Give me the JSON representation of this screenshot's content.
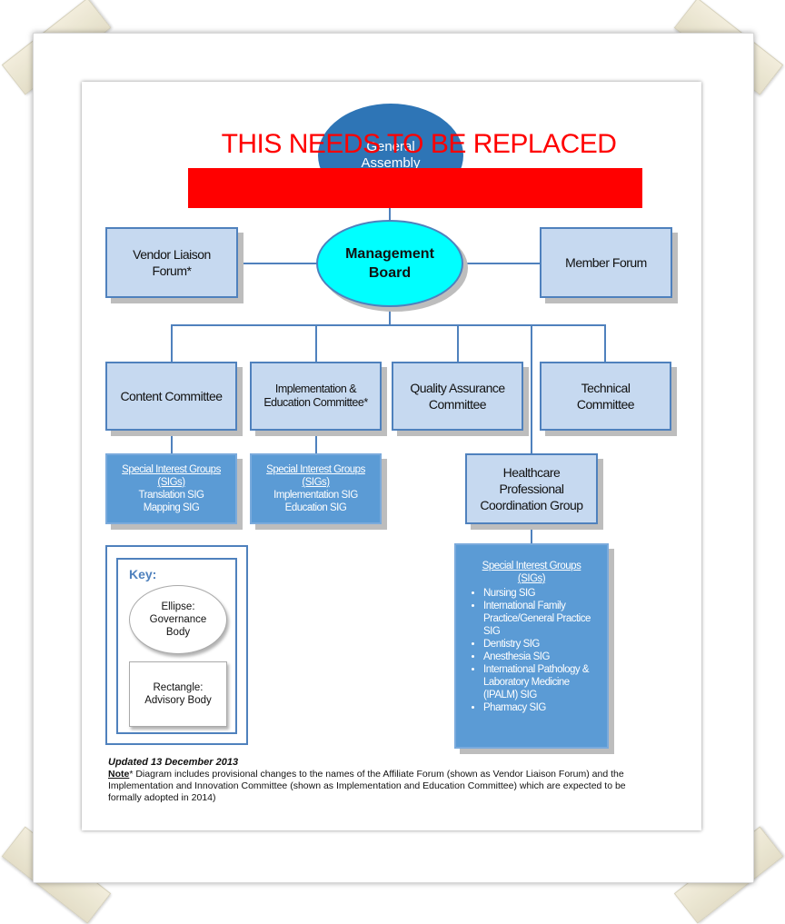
{
  "overlay": {
    "replace_text": "THIS NEEDS TO BE REPLACED"
  },
  "governance": {
    "general_assembly": "General Assembly",
    "management_board": "Management Board"
  },
  "forums": {
    "vendor_liaison": "Vendor Liaison Forum*",
    "member_forum": "Member Forum"
  },
  "committees": {
    "content": "Content Committee",
    "implementation": "Implementation & Education Committee*",
    "quality": "Quality Assurance Committee",
    "technical": "Technical Committee"
  },
  "sig_boxes": {
    "heading": "Special Interest Groups (SIGs)",
    "content_items": [
      "Translation SIG",
      "Mapping SIG"
    ],
    "implementation_items": [
      "Implementation SIG",
      "Education SIG"
    ]
  },
  "healthcare": {
    "group_label": "Healthcare Professional Coordination Group",
    "sig_heading": "Special Interest Groups (SIGs)",
    "sig_items": [
      "Nursing SIG",
      "International Family Practice/General Practice SIG",
      "Dentistry SIG",
      "Anesthesia SIG",
      "International Pathology & Laboratory Medicine (IPALM) SIG",
      "Pharmacy SIG"
    ]
  },
  "key": {
    "title": "Key:",
    "ellipse_label": "Ellipse: Governance Body",
    "rectangle_label": "Rectangle: Advisory Body"
  },
  "footer": {
    "updated": "Updated 13 December 2013",
    "note_label": "Note",
    "note_text": "* Diagram includes provisional changes to the names of the Affiliate Forum (shown as Vendor Liaison Forum) and the Implementation and Innovation Committee (shown as Implementation and Education Committee) which are expected to be formally adopted in 2014)"
  },
  "colors": {
    "light_box": "#c6d9f0",
    "dark_box": "#5b9bd5",
    "management_ellipse": "#00ffff",
    "assembly_ellipse": "#2e75b6",
    "overlay_red": "#ff0000"
  }
}
